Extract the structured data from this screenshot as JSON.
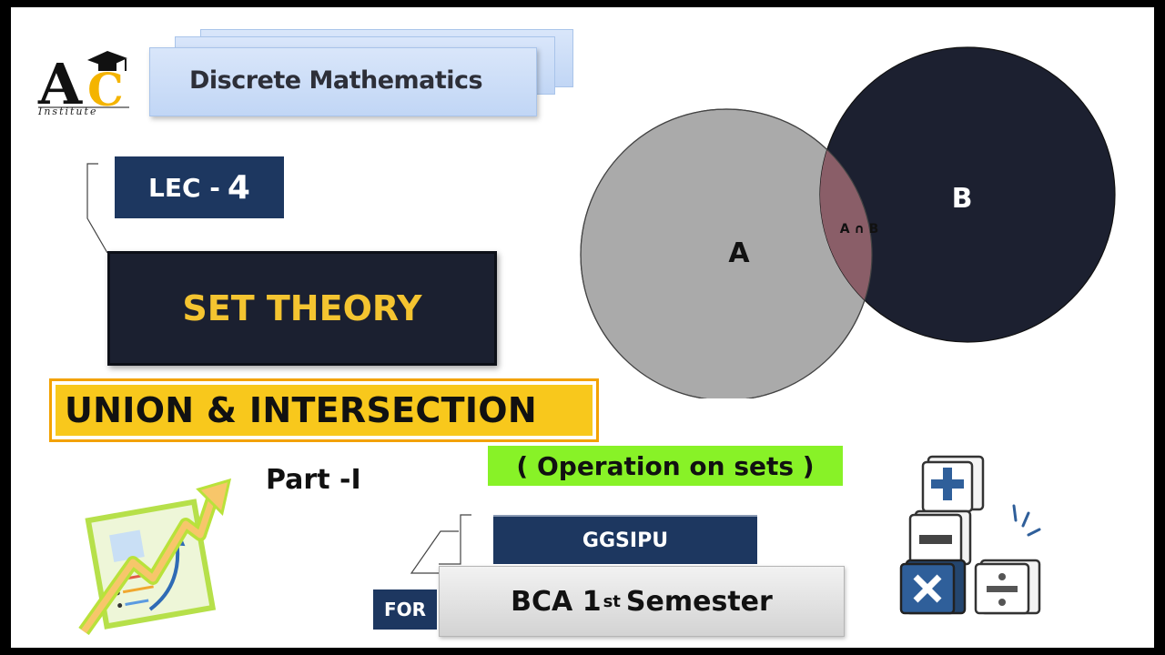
{
  "logo": {
    "letters": "AC",
    "subtitle": "Institute"
  },
  "subject": "Discrete Mathematics",
  "lecture": {
    "label": "LEC  -",
    "number": "4"
  },
  "topic": "SET THEORY",
  "subtopic": "UNION & INTERSECTION",
  "part": "Part -I",
  "operation": "( Operation on sets )",
  "university": "GGSIPU",
  "for_label": "FOR",
  "course": {
    "name": "BCA 1",
    "superscript": "st",
    "rest": "Semester"
  },
  "venn": {
    "set_a": "A",
    "set_b": "B",
    "intersection": "A ∩ B"
  },
  "icons": {
    "chart": "growth-chart-icon",
    "math": "math-operators-blocks-icon",
    "operators": [
      "+",
      "−",
      "×",
      "÷"
    ]
  },
  "colors": {
    "navy": "#1d3760",
    "dark_box": "#1b2030",
    "set_theory_text": "#f4c430",
    "union_fill": "#f8c81c",
    "operation_fill": "#88f227",
    "circle_a": "#aaaaaa",
    "circle_b": "#1c2030",
    "intersection": "#8a5e68"
  }
}
